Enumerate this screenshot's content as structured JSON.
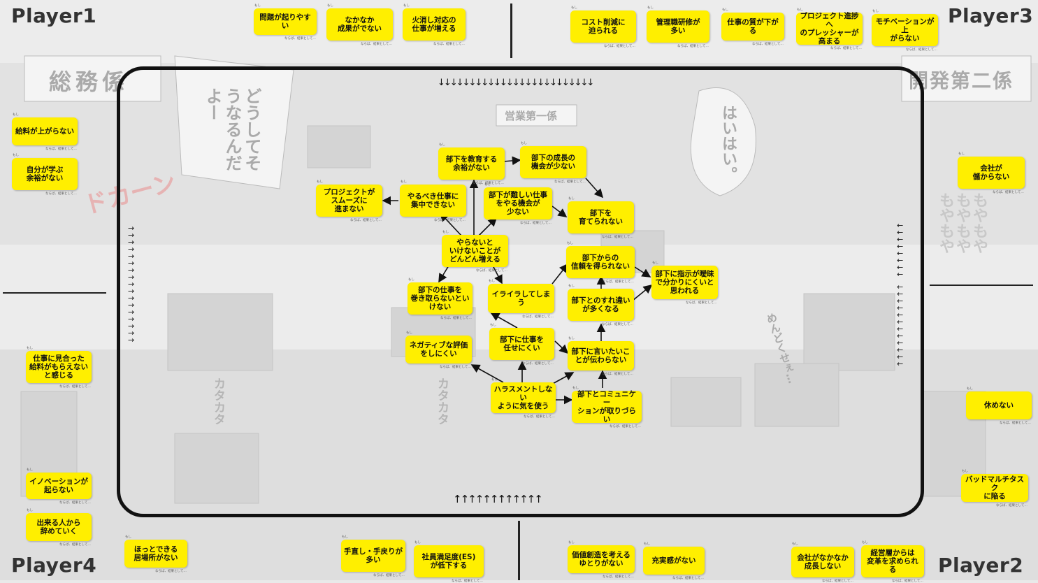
{
  "players": {
    "p1": "Player1",
    "p2": "Player2",
    "p3": "Player3",
    "p4": "Player4"
  },
  "background_text": {
    "sign_left": "総務係",
    "sign_right": "開発第二係",
    "sign_center": "営業第一係",
    "bubble_left": "どうしてそうなるんだよー",
    "bubble_right": "はいはい。",
    "sfx_boom": "ドカーン",
    "sfx_moya": "もやもやもやもやもやもや",
    "sfx_mendo": "めんどくせぇ…",
    "sfx_kata": "カタカタ"
  },
  "note_tag": "ならば、結果として…",
  "note_tag_top": "もし",
  "edge_notes": {
    "top": [
      "問題が起りやすい",
      "なかなか\n成果がでない",
      "火消し対応の\n仕事が増える",
      "コスト削減に\n迫られる",
      "管理職研修が\n多い",
      "仕事の質が下がる",
      "プロジェクト進捗へ\nのプレッシャーが\n高まる",
      "モチベーションが上\nがらない"
    ],
    "left": [
      "給料が上がらない",
      "自分が学ぶ\n余裕がない",
      "仕事に見合った\n給料がもらえない\nと感じる",
      "イノベーションが\n起らない",
      "出来る人から\n辞めていく"
    ],
    "right": [
      "会社が\n儲からない",
      "休めない",
      "バッドマルチタスク\nに陥る"
    ],
    "bottom": [
      "ほっとできる\n居場所がない",
      "手直し・手戻りが\n多い",
      "社員満足度(ES)\nが低下する",
      "価値創造を考える\nゆとりがない",
      "充実感がない",
      "会社がなかなか\n成長しない",
      "経営層からは\n変革を求められる"
    ]
  },
  "center_notes": {
    "education": "部下を教育する\n余裕がない",
    "growth_chance": "部下の成長の\n機会が少ない",
    "project": "プロジェクトが\nスムーズに\n進まない",
    "focus": "やるべき仕事に\n集中できない",
    "hard_work": "部下が難しい仕事\nをやる機会が\n少ない",
    "cannot_raise": "部下を\n育てられない",
    "more_tasks": "やらないと\nいけないことが\nどんどん増える",
    "trust": "部下からの\n信頼を得られない",
    "vague": "部下に指示が曖昧\nで分かりにくいと\n思われる",
    "take_over": "部下の仕事を\n巻き取らないとい\nけない",
    "irritate": "イライラしてしまう",
    "mismatch": "部下とのすれ違い\nが多くなる",
    "negative": "ネガティブな評価\nをしにくい",
    "delegate": "部下に仕事を\n任せにくい",
    "cannot_say": "部下に言いたいこ\nとが伝わらない",
    "harassment": "ハラスメントしない\nように気を使う",
    "communication": "部下とコミュニケー\nションが取りづらい"
  },
  "arrows": {
    "top": "↓↓↓↓↓↓↓↓↓↓↓↓↓↓↓↓↓↓↓↓↓↓↓↓↓",
    "bottom": "↑↑↑↑↑↑↑↑↑↑↑↑",
    "left": "→",
    "right": "←"
  },
  "colors": {
    "note": "#ffef00",
    "board_border": "#111111",
    "background": "#e9e9e9"
  }
}
